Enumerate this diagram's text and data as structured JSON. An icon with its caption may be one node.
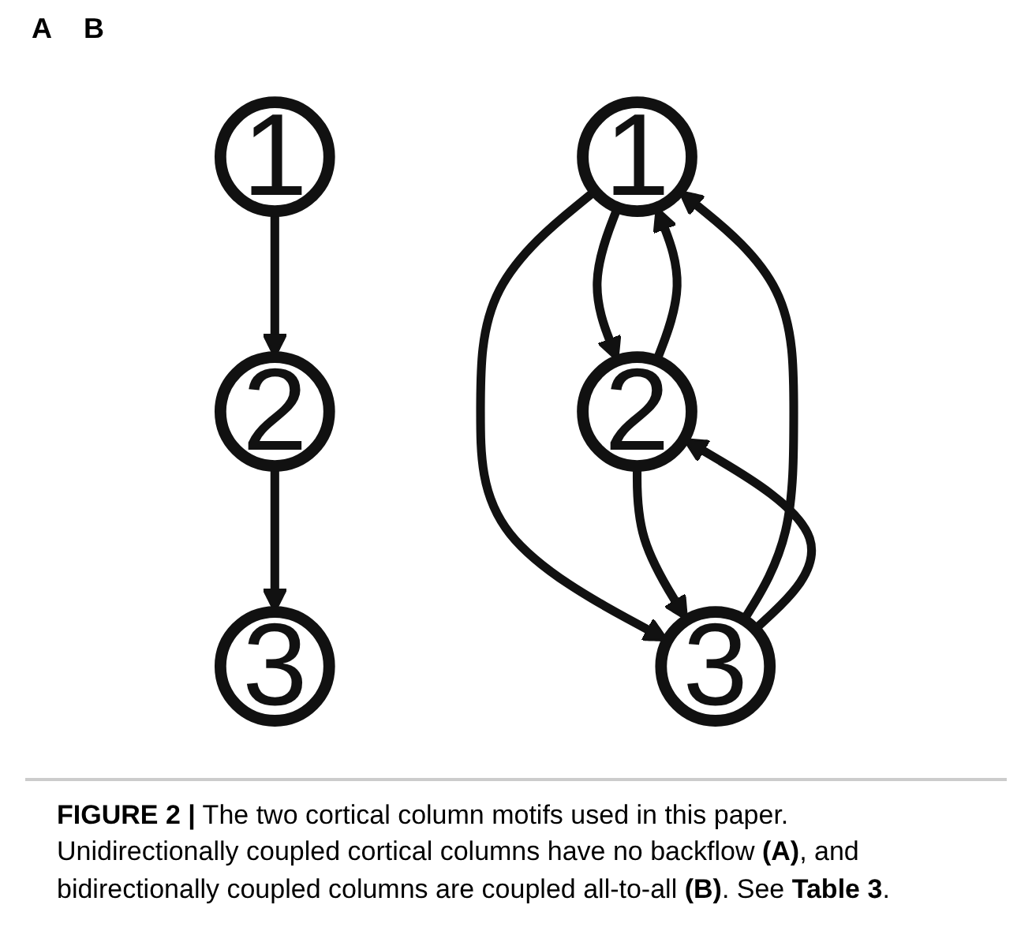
{
  "diagram": {
    "caption": "**FIGURE 2 |** The two cortical column motifs used in this paper. Unidirectionally coupled cortical columns have no backflow **(A)**, and bidirectionally coupled columns are coupled all-to-all **(B)**. See **Table 3**.",
    "nodes": [
      {
        "text": [
          "1"
        ]
      },
      {
        "text": [
          "2"
        ]
      },
      {
        "text": [
          "3"
        ]
      },
      {
        "text": [
          "1"
        ]
      },
      {
        "text": [
          "2"
        ]
      },
      {
        "text": [
          "3"
        ]
      }
    ],
    "edges": [
      {
        "from": 0,
        "to": 1,
        "arrow": "to"
      },
      {
        "from": 1,
        "to": 2,
        "arrow": "to"
      },
      {
        "from": 3,
        "to": 4,
        "arrow": "to"
      },
      {
        "from": 4,
        "to": 3,
        "arrow": "to"
      },
      {
        "from": 5,
        "to": 3,
        "arrow": "to"
      },
      {
        "from": 3,
        "to": 5,
        "arrow": "to"
      },
      {
        "from": 5,
        "to": 4,
        "arrow": "to"
      },
      {
        "from": 4,
        "to": 5,
        "arrow": "to"
      }
    ],
    "labels": [
      "A",
      "B"
    ]
  }
}
